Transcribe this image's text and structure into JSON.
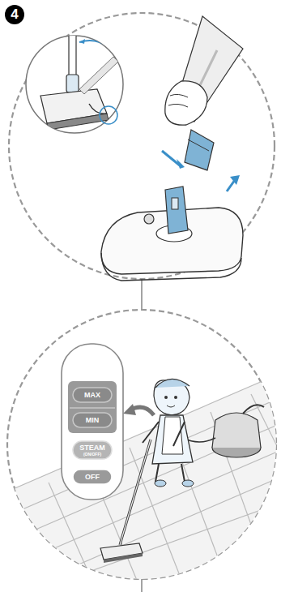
{
  "diagram": {
    "nodes": [
      {
        "text": [
          "MAX"
        ]
      },
      {
        "text": [
          "MIN"
        ]
      },
      {
        "text": [
          "STEAM",
          "(ON/OFF)"
        ]
      },
      {
        "text": [
          "OFF"
        ]
      }
    ],
    "labels": [
      "4"
    ]
  }
}
